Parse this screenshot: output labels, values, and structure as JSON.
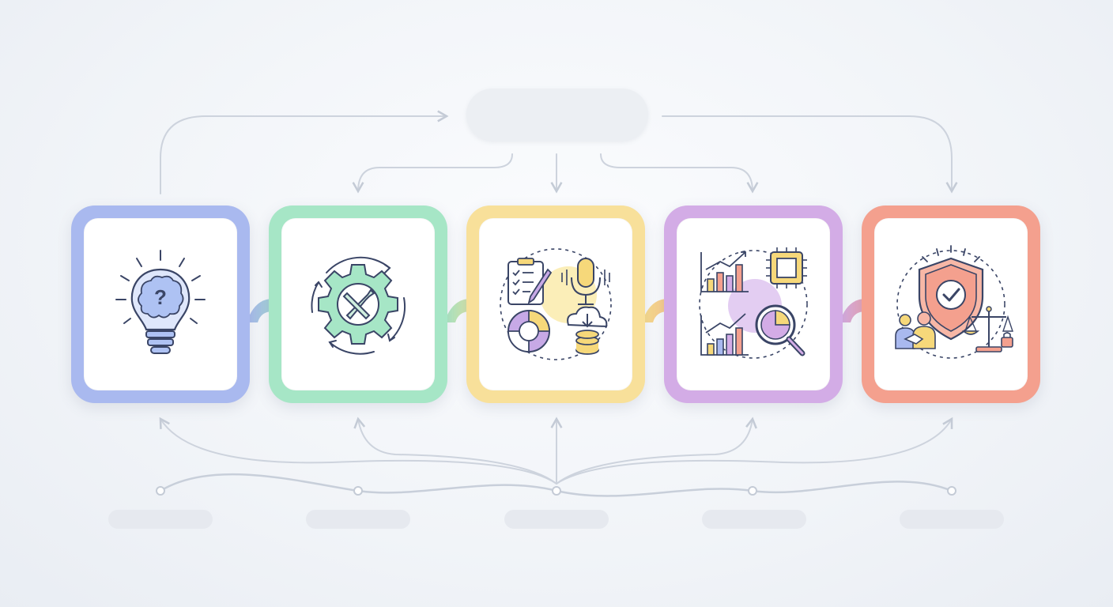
{
  "diagram": {
    "hub_label": "",
    "stages": [
      {
        "id": "insight",
        "icon": "lightbulb-brain-icon",
        "color": "#9bb0ec",
        "label": ""
      },
      {
        "id": "engineering",
        "icon": "gear-tools-icon",
        "color": "#9ee0bf",
        "label": ""
      },
      {
        "id": "data-collection",
        "icon": "data-collection-icon",
        "color": "#f6dc8a",
        "label": ""
      },
      {
        "id": "analytics",
        "icon": "analytics-icon",
        "color": "#cfa9e4",
        "label": ""
      },
      {
        "id": "trust-compliance",
        "icon": "shield-check-icon",
        "color": "#f4a08e",
        "label": ""
      }
    ],
    "connector_color": "#c9d0db"
  }
}
